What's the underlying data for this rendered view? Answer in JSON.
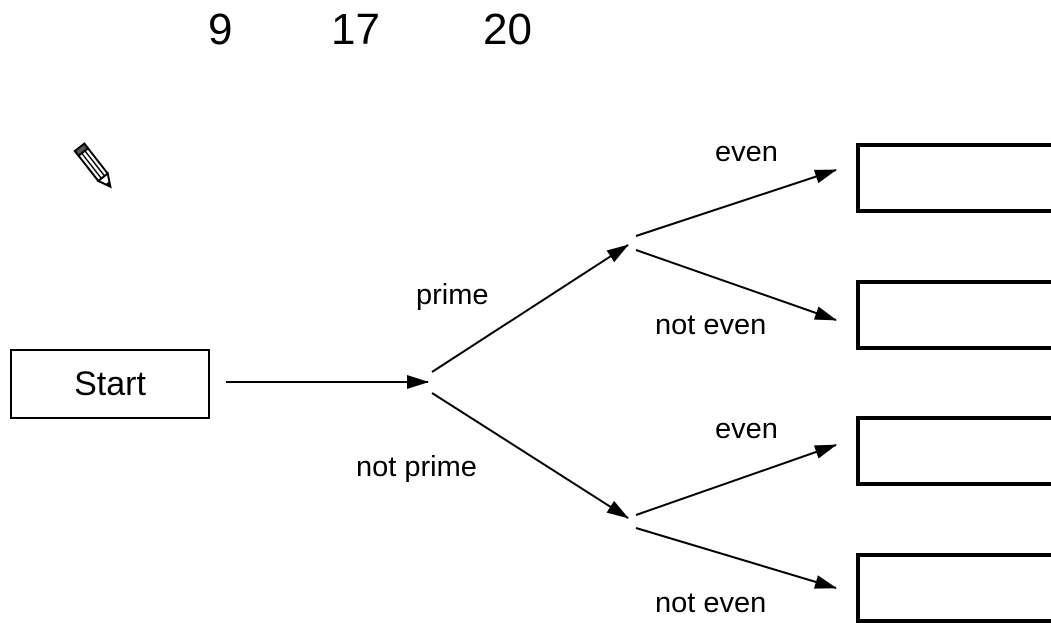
{
  "numbers": [
    "9",
    "17",
    "20"
  ],
  "start": {
    "label": "Start"
  },
  "branches": {
    "level1": {
      "top": "prime",
      "bottom": "not prime"
    },
    "level2_top": {
      "top": "even",
      "bottom": "not even"
    },
    "level2_bottom": {
      "top": "even",
      "bottom": "not even"
    }
  },
  "icons": {
    "pencil": "pencil-icon"
  },
  "colors": {
    "ink": "#000000",
    "background": "#ffffff"
  }
}
